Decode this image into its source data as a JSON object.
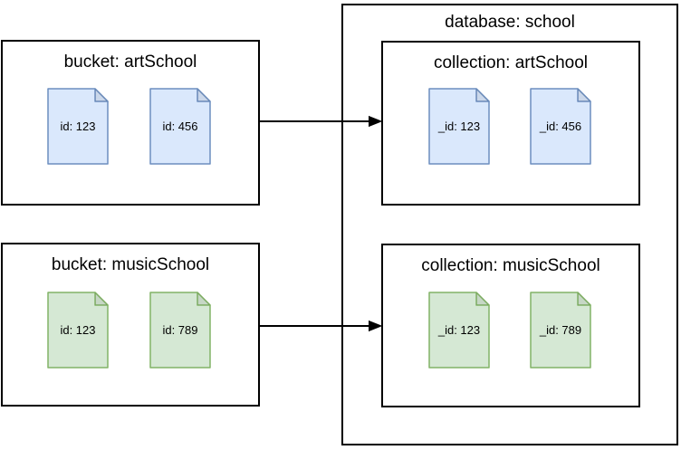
{
  "colors": {
    "blue_fill": "#dae8fc",
    "blue_stroke": "#6c8ebf",
    "green_fill": "#d5e8d4",
    "green_stroke": "#82b366",
    "line": "#000000"
  },
  "buckets": [
    {
      "title": "bucket: artSchool",
      "docs": [
        "id: 123",
        "id: 456"
      ]
    },
    {
      "title": "bucket: musicSchool",
      "docs": [
        "id: 123",
        "id: 789"
      ]
    }
  ],
  "database": {
    "title": "database: school",
    "collections": [
      {
        "title": "collection: artSchool",
        "docs": [
          "_id: 123",
          "_id: 456"
        ]
      },
      {
        "title": "collection: musicSchool",
        "docs": [
          "_id: 123",
          "_id: 789"
        ]
      }
    ]
  }
}
